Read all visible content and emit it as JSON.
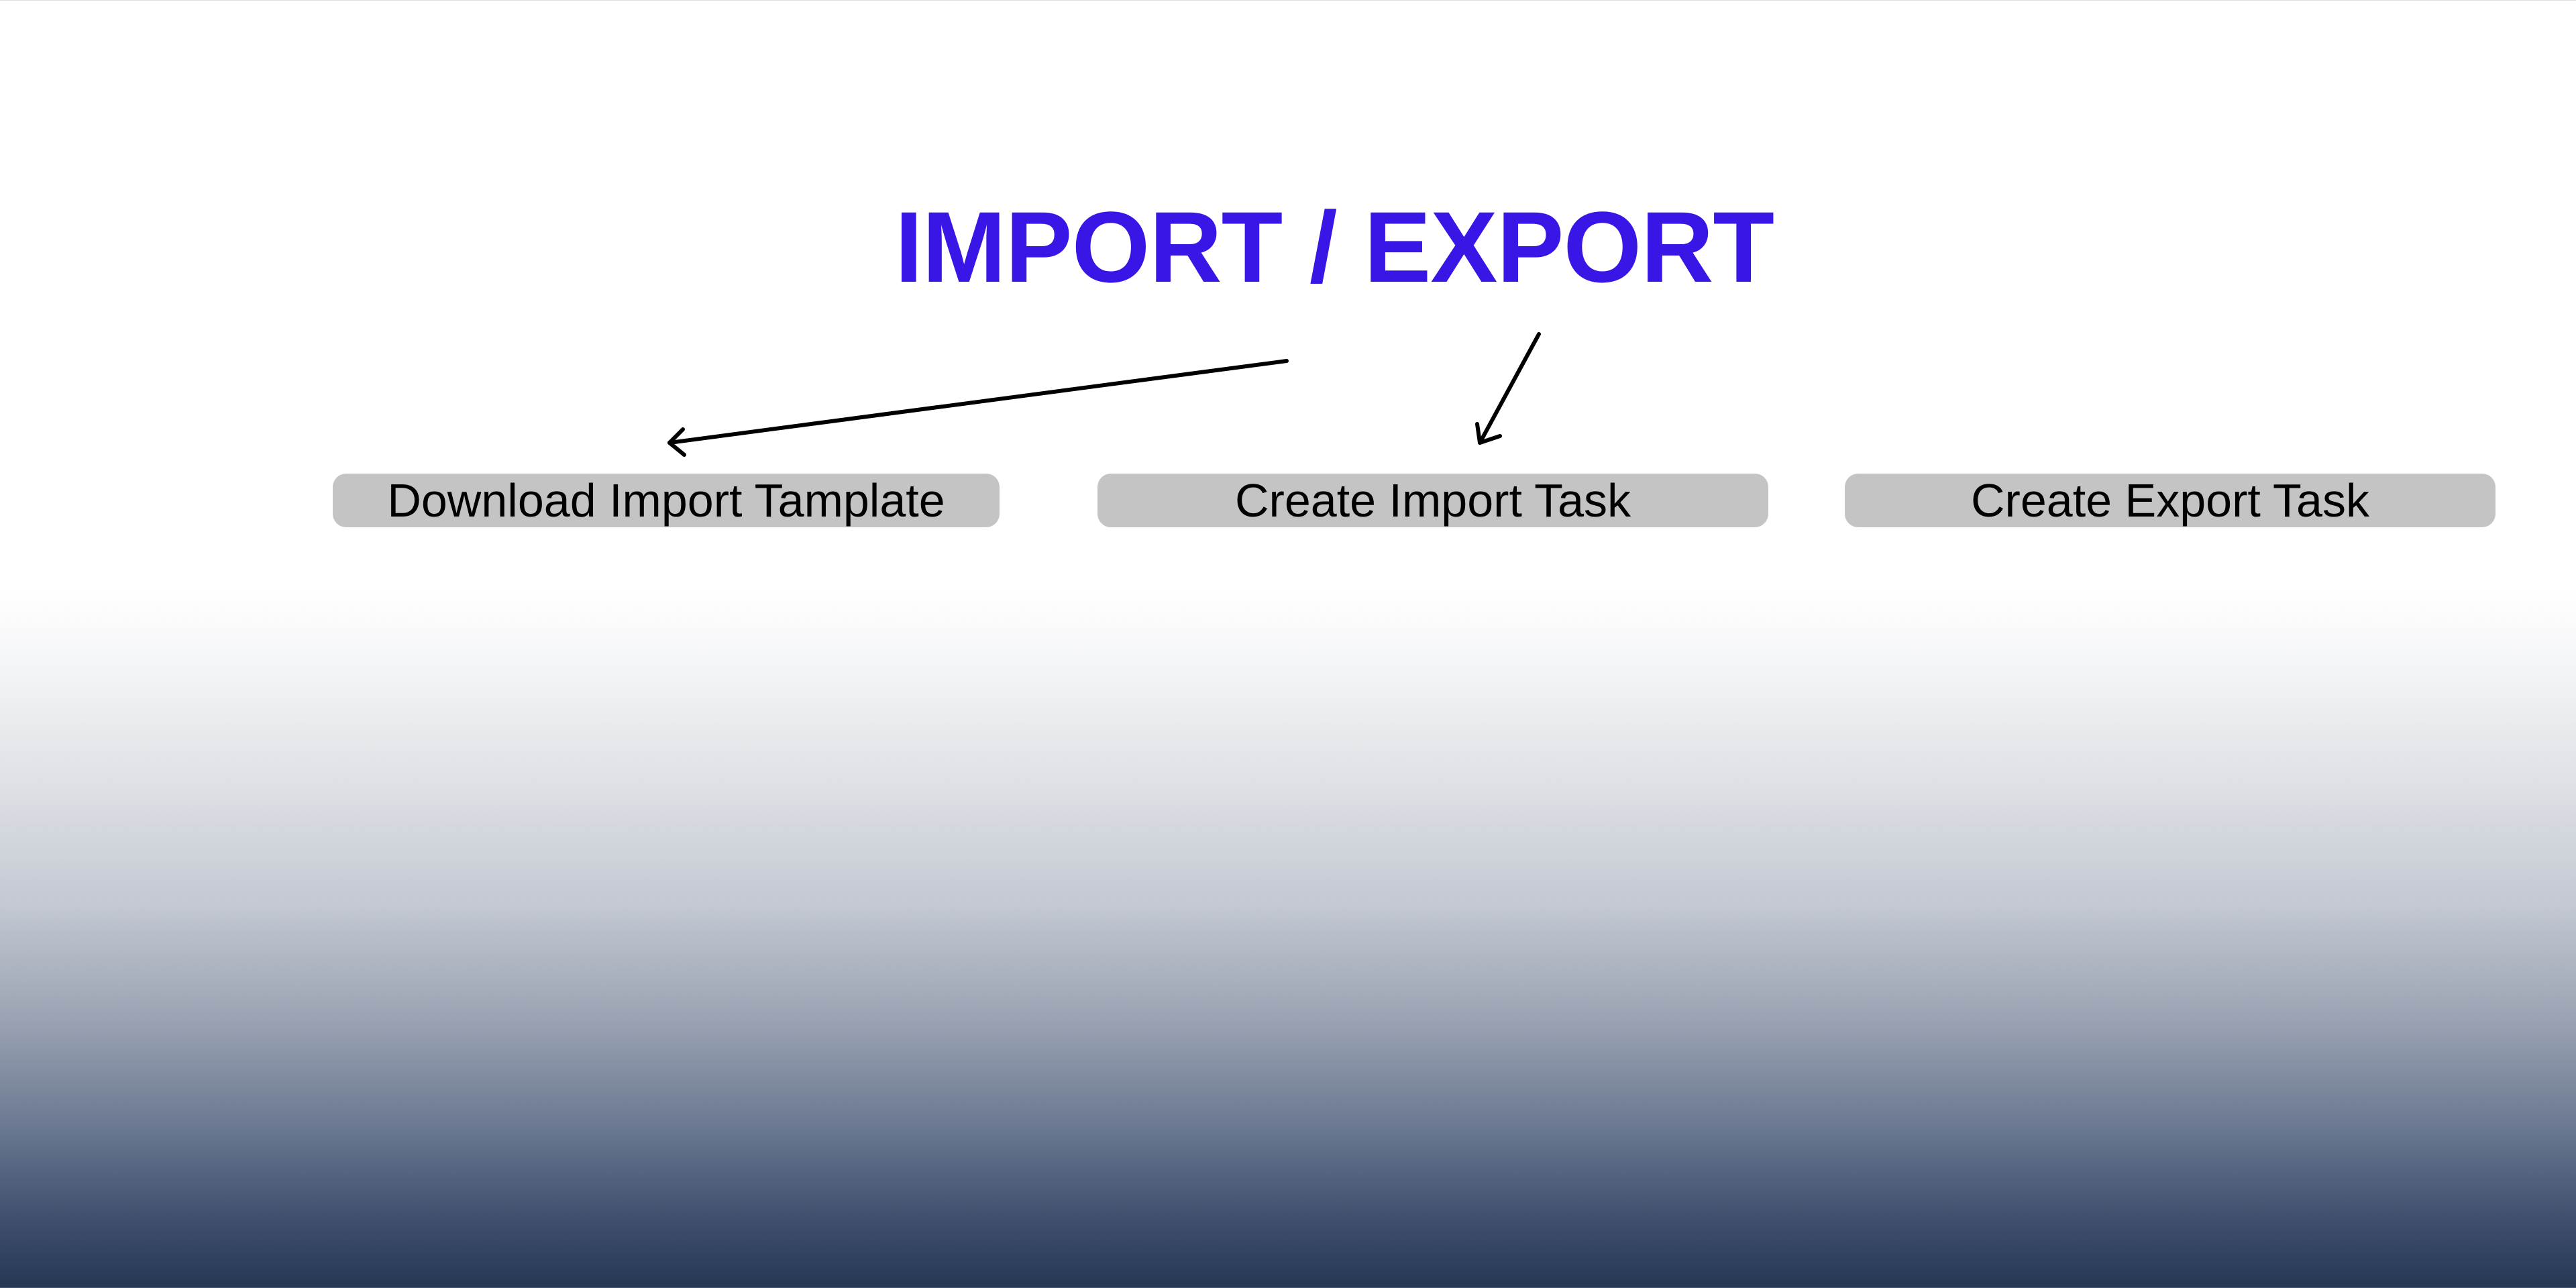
{
  "page": {
    "title": "IMPORT / EXPORT"
  },
  "actions": {
    "download_template_label": "Download Import Tamplate",
    "create_import_label": "Create Import Task",
    "create_export_label": "Create Export Task"
  },
  "colors": {
    "title": "#3a16e6",
    "button_bg": "#c4c4c4",
    "button_text": "#000000",
    "arrow": "#000000",
    "gradient_top": "#ffffff",
    "gradient_bottom": "#263754"
  },
  "icons": {
    "annotation_arrows": "arrow-icon"
  }
}
